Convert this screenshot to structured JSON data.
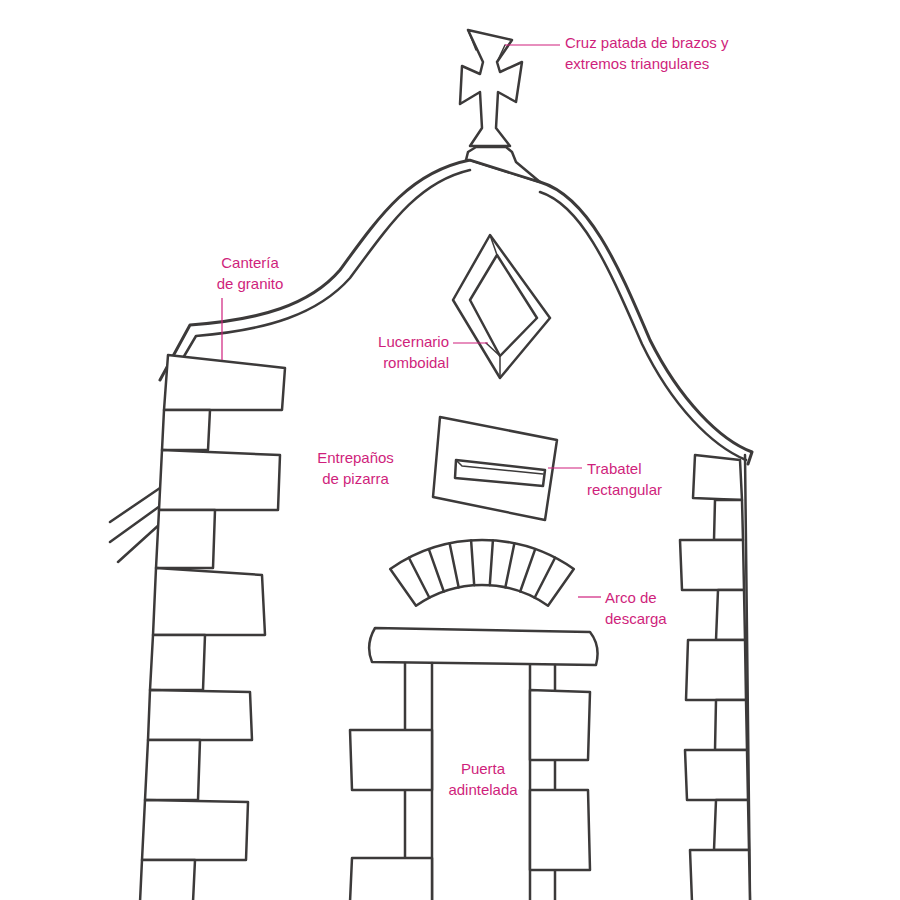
{
  "diagram": {
    "labels": [
      "Cruz patada de brazos y extremos triangulares",
      "Cantería de granito",
      "Lucernario romboidal",
      "Entrepaños de pizarra",
      "Trabatel rectangular",
      "Arco de descarga",
      "Puerta adintelada"
    ]
  }
}
